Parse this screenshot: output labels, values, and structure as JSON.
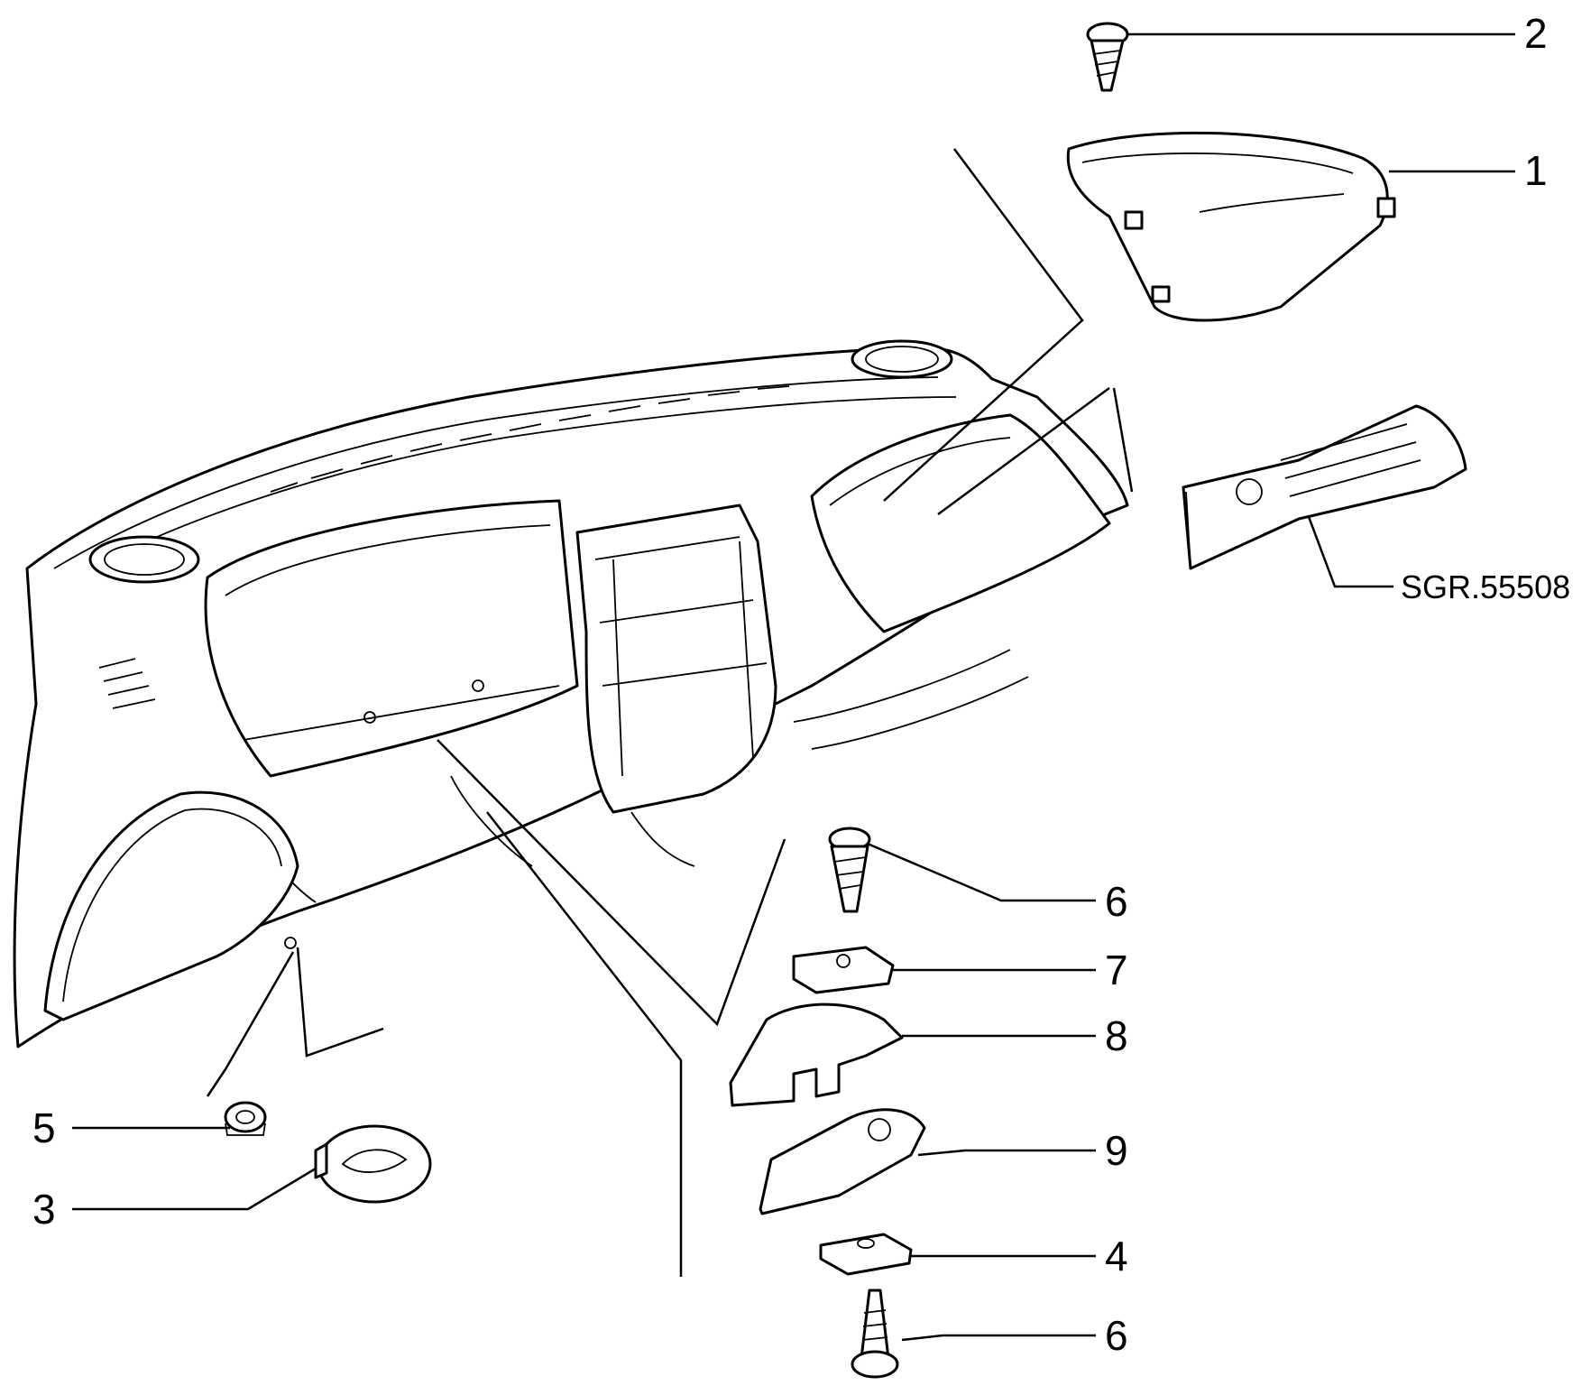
{
  "diagram": {
    "callouts": [
      {
        "key": "p2",
        "label": "2"
      },
      {
        "key": "p1",
        "label": "1"
      },
      {
        "key": "ref",
        "label": "SGR.55508"
      },
      {
        "key": "p6a",
        "label": "6"
      },
      {
        "key": "p7",
        "label": "7"
      },
      {
        "key": "p8",
        "label": "8"
      },
      {
        "key": "p9",
        "label": "9"
      },
      {
        "key": "p4",
        "label": "4"
      },
      {
        "key": "p6b",
        "label": "6"
      },
      {
        "key": "p5",
        "label": "5"
      },
      {
        "key": "p3",
        "label": "3"
      }
    ]
  }
}
